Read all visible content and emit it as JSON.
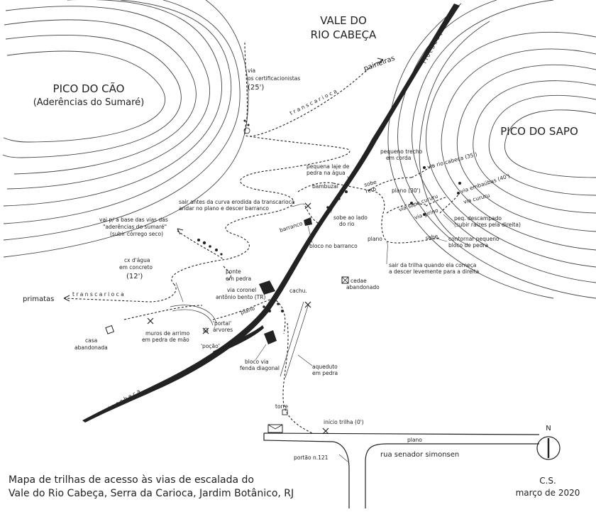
{
  "title_lines": [
    "Mapa de trilhas de acesso às vias de escalada do",
    "Vale do Rio Cabeça, Serra da Carioca, Jardim Botânico, RJ"
  ],
  "author": "C.S.",
  "date": "março de 2020",
  "north": "N",
  "regions": {
    "vale_line1": "VALE DO",
    "vale_line2": "RIO CABEÇA",
    "pico_cao_line1": "PICO DO CÃO",
    "pico_cao_line2": "(Aderências do Sumaré)",
    "pico_sapo": "PICO DO SAPO"
  },
  "rivers": {
    "upper": "r i o   c a b e ç a",
    "lower": "r i o   c a b e ç a"
  },
  "trails": {
    "transcarioca_upper": "t r a n s c a r i o c a",
    "transcarioca_lower": "t r a n s c a r i o c a",
    "paineiras": "paineiras",
    "primatas": "primatas"
  },
  "streets": {
    "senador": "rua senador simonsen",
    "plano": "plano"
  },
  "labels": {
    "via_cert_1": "via",
    "via_cert_2": "os certificacionistas",
    "via_cert_3": "(25')",
    "vai_base_1": "vai p/ a base das vias das",
    "vai_base_2": "\"aderências do sumaré\"",
    "vai_base_3": "(subir córrego seco)",
    "cx_agua_1": "cx d'água",
    "cx_agua_2": "em concreto",
    "cx_agua_3": "(12')",
    "ponte_1": "ponte",
    "ponte_2": "em pedra",
    "sair_1": "sair antes da curva erodida da transcarioca",
    "sair_2": "andar no plano e descer barranco",
    "bambuzal": "bambuzal",
    "barranco": "barranco",
    "bloco_barranco": "bloco no barranco",
    "sobe_lado_1": "sobe ao lado",
    "sobe_lado_2": "do rio",
    "laje_1": "pequena laje de",
    "laje_2": "pedra na água",
    "sobe_reto_1": "sobe",
    "sobe_reto_2": "reto",
    "plano_30": "plano (30')",
    "pequeno_trecho_1": "pequeno trecho",
    "pequeno_trecho_2": "em corda",
    "via_rio_cabeca": "via rio cabeça (35')",
    "via_sapo_cururu": "via sapo cururu",
    "via_grimo": "via girino",
    "via_embaubas": "via embaúbas (40')",
    "via_cururu": "via cururu",
    "peq_descampado_1": "peq. descampado",
    "peq_descampado_2": "(subir raízes pela direita)",
    "contornar_1": "contornar pequeno",
    "contornar_2": "bloco de pedra",
    "sair_trilha_1": "sair da trilha quando ela começa",
    "sair_trilha_2": "a descer levemente para a direita",
    "plano_a": "plano",
    "plano_b": "plano",
    "sobe_small": "sobe",
    "via_coronel_1": "via coronel",
    "via_coronel_2": "antônio bento (TR)",
    "cachu": "cachu.",
    "cedae_1": "cedae",
    "cedae_2": "abandonado",
    "portal_1": "'portal'",
    "portal_2": "árvores",
    "pocao": "'poção'",
    "muros_1": "muros de arrimo",
    "muros_2": "em pedra de mão",
    "casa_1": "casa",
    "casa_2": "abandonada",
    "bloco_via_1": "bloco via",
    "bloco_via_2": "fenda diagonal",
    "aqueduto_1": "aqueduto",
    "aqueduto_2": "em pedra",
    "torre": "torre",
    "inicio": "início trilha (0')",
    "portao": "portão n.121"
  }
}
